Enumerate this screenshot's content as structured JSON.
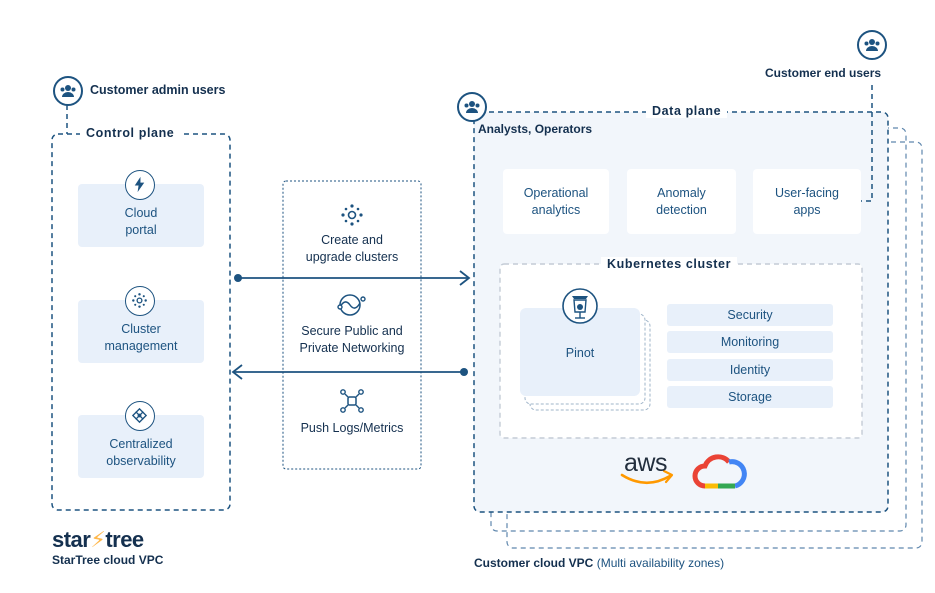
{
  "left": {
    "admin_label": "Customer admin users",
    "control_plane": "Control plane",
    "cards": [
      {
        "line1": "Cloud",
        "line2": "portal",
        "icon": "bolt-icon"
      },
      {
        "line1": "Cluster",
        "line2": "management",
        "icon": "cluster-icon"
      },
      {
        "line1": "Centralized",
        "line2": "observability",
        "icon": "observability-icon"
      }
    ],
    "brand_name": "star⚡tree",
    "brand_word1": "star",
    "brand_word2": "tree",
    "vpc_label": "StarTree cloud VPC"
  },
  "middle": {
    "items": [
      {
        "line1": "Create and",
        "line2": "upgrade clusters",
        "icon": "create-clusters-icon"
      },
      {
        "line1": "Secure Public and",
        "line2": "Private Networking",
        "icon": "networking-icon"
      },
      {
        "line1": "Push Logs/Metrics",
        "line2": "",
        "icon": "logs-metrics-icon"
      }
    ]
  },
  "right": {
    "end_users_label": "Customer end users",
    "data_plane": "Data plane",
    "analysts_label": "Analysts, Operators",
    "apps": [
      {
        "line1": "Operational",
        "line2": "analytics"
      },
      {
        "line1": "Anomaly",
        "line2": "detection"
      },
      {
        "line1": "User-facing",
        "line2": "apps"
      }
    ],
    "kubernetes_label": "Kubernetes cluster",
    "pinot_label": "Pinot",
    "stack": [
      "Security",
      "Monitoring",
      "Identity",
      "Storage"
    ],
    "aws_label": "aws",
    "vpc_label": "Customer cloud VPC",
    "vpc_suffix": "(Multi availability zones)"
  },
  "colors": {
    "navy": "#14304f",
    "accent_blue": "#1d5380",
    "card_fill": "#e8f0fa",
    "data_plane_fill": "#f2f6fb",
    "aws_orange": "#ff9900",
    "gcp_red": "#ea4335",
    "gcp_yellow": "#fbbc04",
    "gcp_green": "#34a853",
    "gcp_blue": "#4285f4",
    "brand_bolt": "#ffb84d"
  }
}
